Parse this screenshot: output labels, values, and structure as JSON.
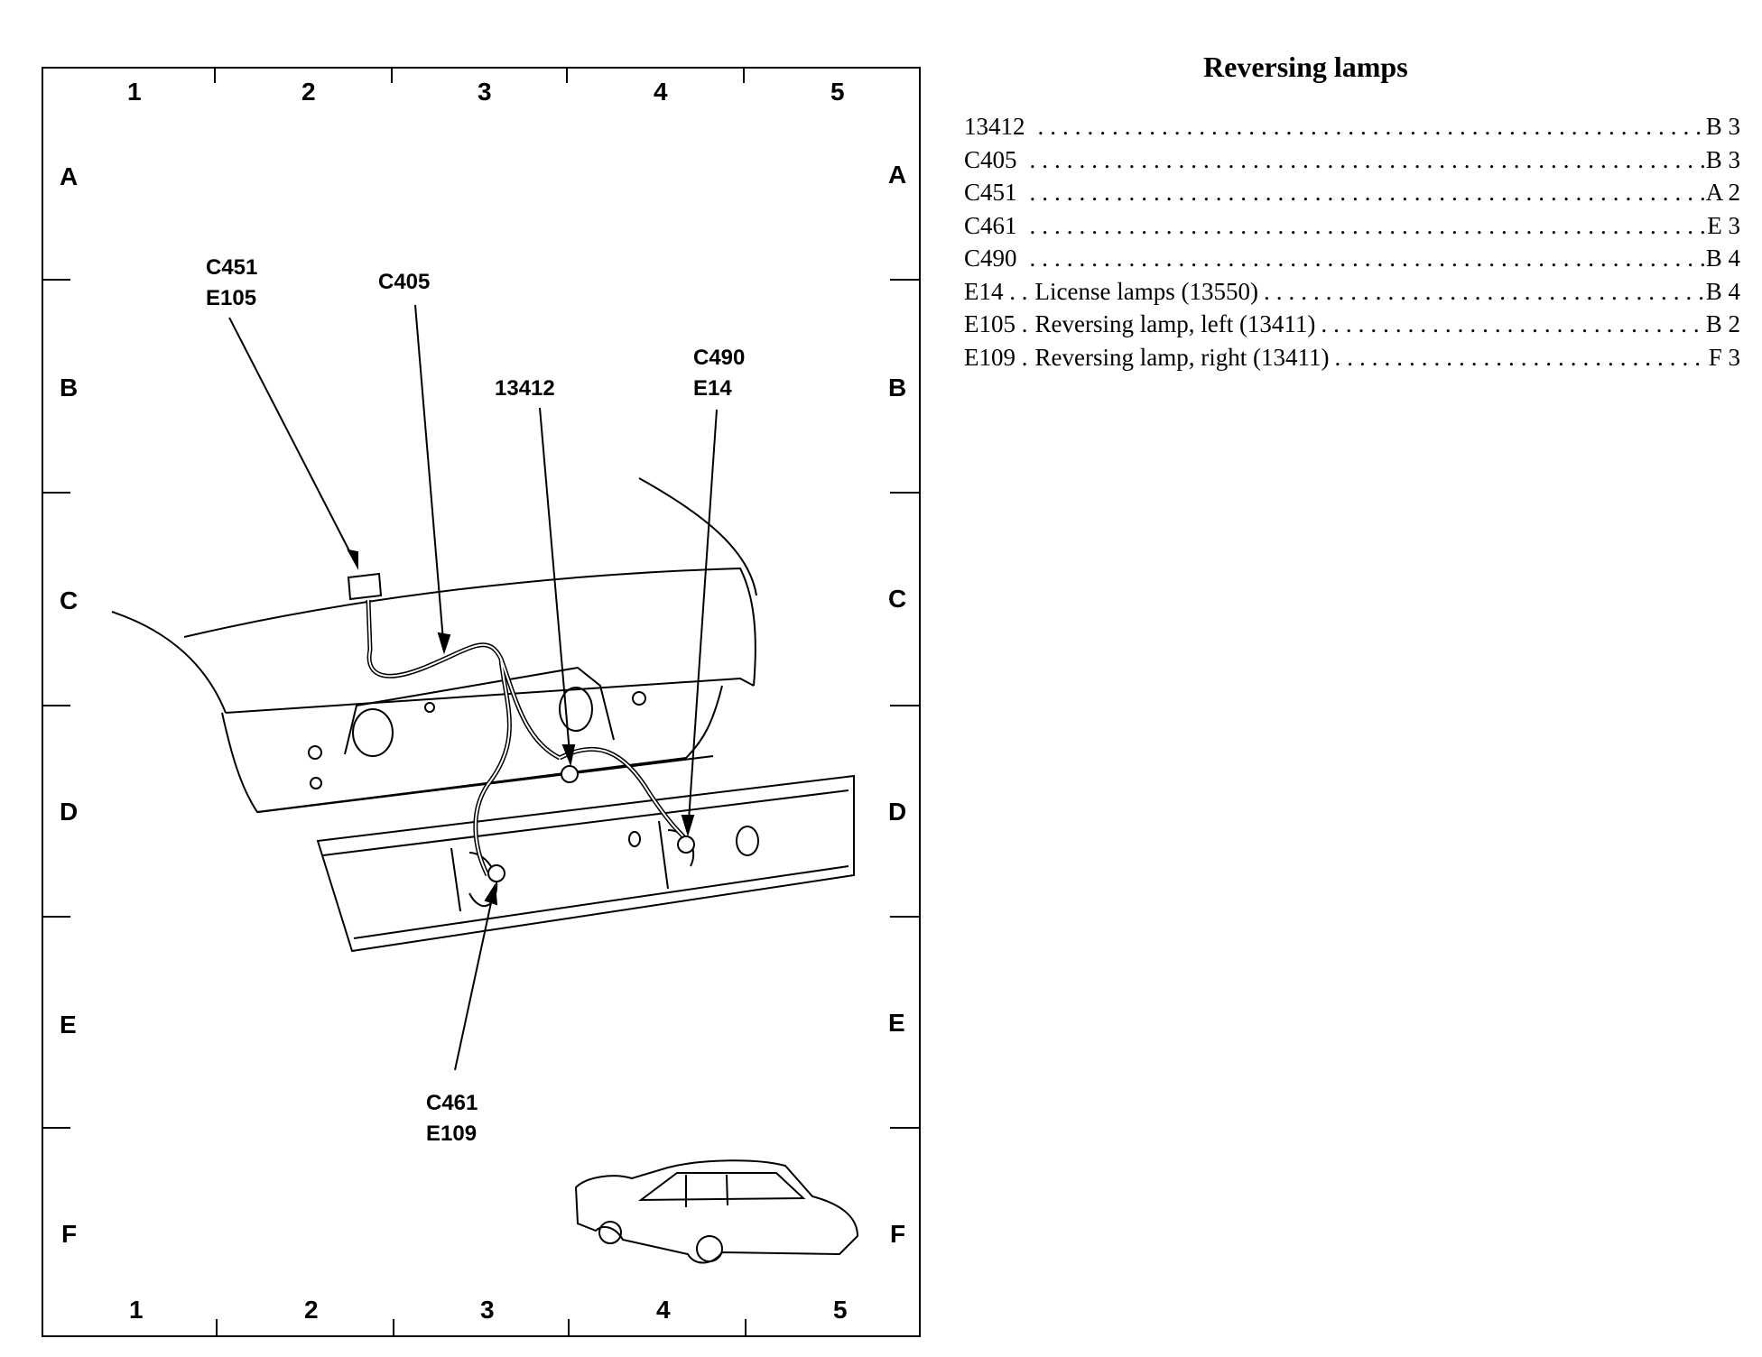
{
  "diagram": {
    "columns": [
      "1",
      "2",
      "3",
      "4",
      "5"
    ],
    "rows": [
      "A",
      "B",
      "C",
      "D",
      "E",
      "F"
    ],
    "callouts": {
      "c451_e105": [
        "C451",
        "E105"
      ],
      "c405": [
        "C405"
      ],
      "n13412": [
        "13412"
      ],
      "c490_e14": [
        "C490",
        "E14"
      ],
      "c461_e109": [
        "C461",
        "E109"
      ]
    }
  },
  "legend": {
    "title": "Reversing lamps",
    "items": [
      {
        "id": "13412",
        "desc": "",
        "ref": "B 3"
      },
      {
        "id": "C405",
        "desc": "",
        "ref": "B 3"
      },
      {
        "id": "C451",
        "desc": "",
        "ref": "A 2"
      },
      {
        "id": "C461",
        "desc": "",
        "ref": "E 3"
      },
      {
        "id": "C490",
        "desc": "",
        "ref": "B 4"
      },
      {
        "id": "E14 . .",
        "desc": "License lamps (13550)",
        "ref": "B 4"
      },
      {
        "id": "E105 .",
        "desc": "Reversing lamp, left (13411)",
        "ref": "B 2"
      },
      {
        "id": "E109 .",
        "desc": "Reversing lamp, right (13411)",
        "ref": "F 3"
      }
    ]
  }
}
